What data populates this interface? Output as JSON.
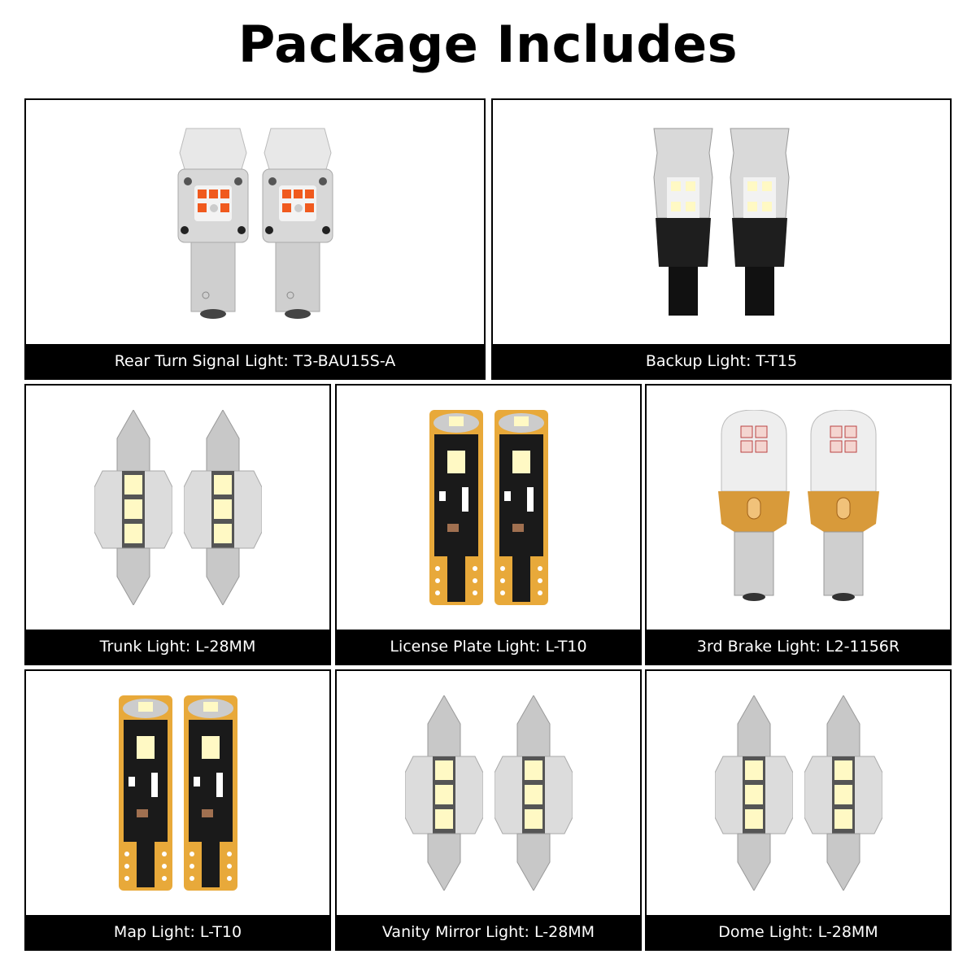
{
  "title": "Package Includes",
  "items": [
    {
      "label": "Rear Turn Signal Light: T3-BAU15S-A",
      "bulb_type": "bau15s-amber"
    },
    {
      "label": "Backup Light:  T-T15",
      "bulb_type": "t15-white"
    },
    {
      "label": "Trunk Light: L-28MM",
      "bulb_type": "festoon-28mm"
    },
    {
      "label": "License Plate Light: L-T10",
      "bulb_type": "t10-pcb"
    },
    {
      "label": "3rd Brake Light: L2-1156R",
      "bulb_type": "1156-red"
    },
    {
      "label": "Map Light: L-T10",
      "bulb_type": "t10-pcb"
    },
    {
      "label": "Vanity Mirror Light: L-28MM",
      "bulb_type": "festoon-28mm"
    },
    {
      "label": "Dome Light: L-28MM",
      "bulb_type": "festoon-28mm"
    }
  ],
  "colors": {
    "caption_bg": "#000000",
    "caption_text": "#ffffff",
    "amber_led": "#f05a1e",
    "pcb_gold": "#e8a93a",
    "pcb_black": "#1a1a1a",
    "led_white": "#fff9c4"
  }
}
